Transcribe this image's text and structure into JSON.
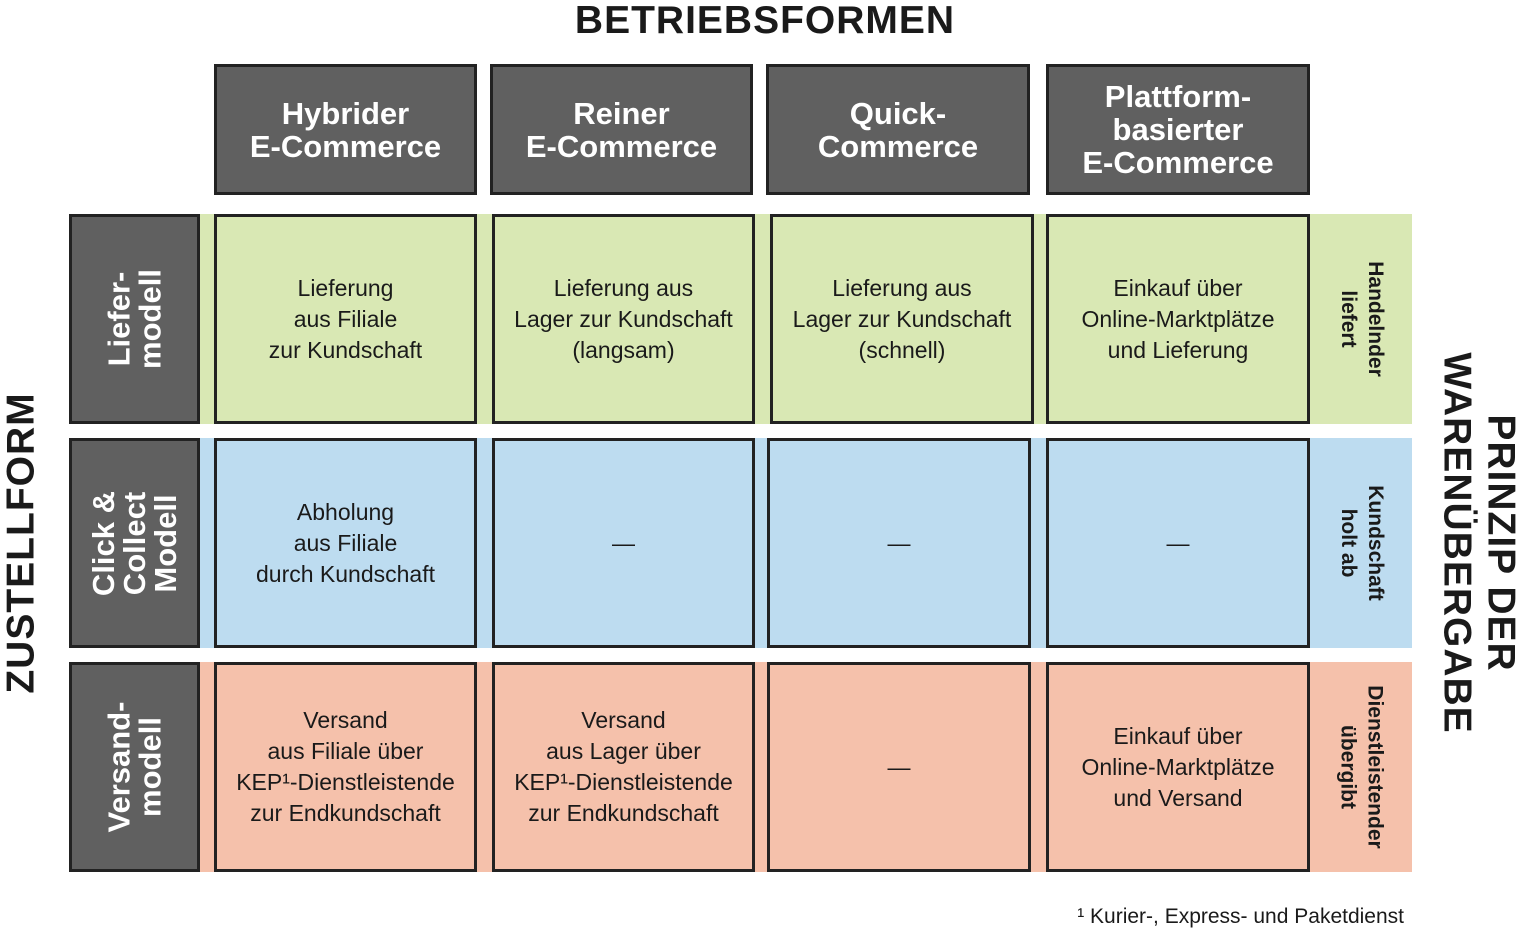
{
  "title_top": "BETRIEBSFORMEN",
  "title_left": "ZUSTELLFORM",
  "title_right": "PRINZIP DER\nWARENÜBERGABE",
  "columns": [
    "Hybrider\nE-Commerce",
    "Reiner\nE-Commerce",
    "Quick-\nCommerce",
    "Plattform-\nbasierter\nE-Commerce"
  ],
  "rows": [
    {
      "label": "Liefer-\nmodell",
      "side": "Handelnder\nliefert",
      "color": "#d9e8b4",
      "cells": [
        "Lieferung\naus Filiale\nzur Kundschaft",
        "Lieferung aus\nLager zur Kundschaft\n(langsam)",
        "Lieferung aus\nLager zur Kundschaft\n(schnell)",
        "Einkauf über\nOnline-Marktplätze\nund Lieferung"
      ]
    },
    {
      "label": "Click &\nCollect\nModell",
      "side": "Kundschaft\nholt ab",
      "color": "#bddcf0",
      "cells": [
        "Abholung\naus Filiale\ndurch Kundschaft",
        "—",
        "—",
        "—"
      ]
    },
    {
      "label": "Versand-\nmodell",
      "side": "Dienstleistender\nübergibt",
      "color": "#f5c1ab",
      "cells": [
        "Versand\naus Filiale über\nKEP¹-Dienstleistende\nzur Endkundschaft",
        "Versand\naus Lager über\nKEP¹-Dienstleistende\nzur Endkundschaft",
        "—",
        "Einkauf über\nOnline-Marktplätze\nund Versand"
      ]
    }
  ],
  "footnote": "¹ Kurier-, Express- und Paketdienst"
}
